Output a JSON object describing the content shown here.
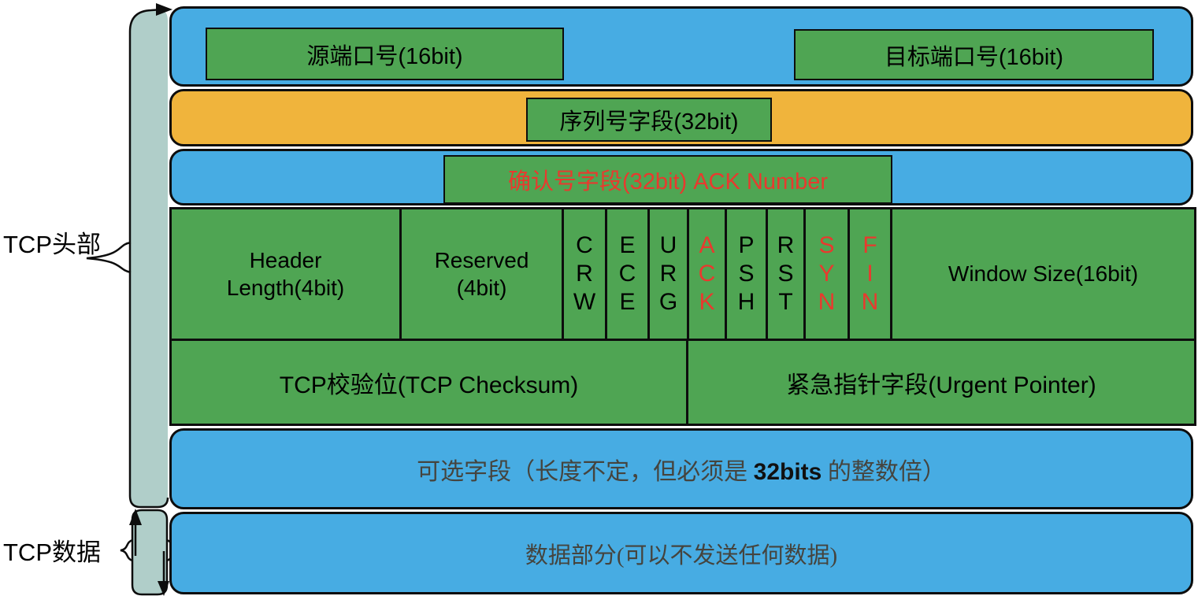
{
  "colors": {
    "blue": "#47ACE3",
    "orange": "#F0B43C",
    "green": "#4FA553",
    "bracket": "#B0CEC9",
    "red": "#E9392E",
    "muted_text": "#45443E"
  },
  "labels": {
    "tcp_header": "TCP头部",
    "tcp_data": "TCP数据"
  },
  "fields": {
    "source_port": "源端口号(16bit)",
    "dest_port": "目标端口号(16bit)",
    "sequence": "序列号字段(32bit)",
    "ack": "确认号字段(32bit) ACK Number",
    "header_length": "Header\nLength(4bit)",
    "reserved": "Reserved\n(4bit)",
    "flags": [
      {
        "name": "CWR",
        "text": "C\nR\nW",
        "color": "#000000"
      },
      {
        "name": "ECE",
        "text": "E\nC\nE",
        "color": "#000000"
      },
      {
        "name": "URG",
        "text": "U\nR\nG",
        "color": "#000000"
      },
      {
        "name": "ACK",
        "text": "A\nC\nK",
        "color": "#E9392E"
      },
      {
        "name": "PSH",
        "text": "P\nS\nH",
        "color": "#000000"
      },
      {
        "name": "RST",
        "text": "R\nS\nT",
        "color": "#000000"
      },
      {
        "name": "SYN",
        "text": "S\nY\nN",
        "color": "#E9392E"
      },
      {
        "name": "FIN",
        "text": "F\nI\nN",
        "color": "#E9392E"
      }
    ],
    "window_size": "Window Size(16bit)",
    "checksum": "TCP校验位(TCP Checksum)",
    "urgent_pointer": "紧急指针字段(Urgent Pointer)",
    "options_pre": "可选字段（长度不定，但必须是 ",
    "options_bits": "32bits",
    "options_post": " 的整数倍）",
    "data_section": "数据部分(可以不发送任何数据)"
  }
}
